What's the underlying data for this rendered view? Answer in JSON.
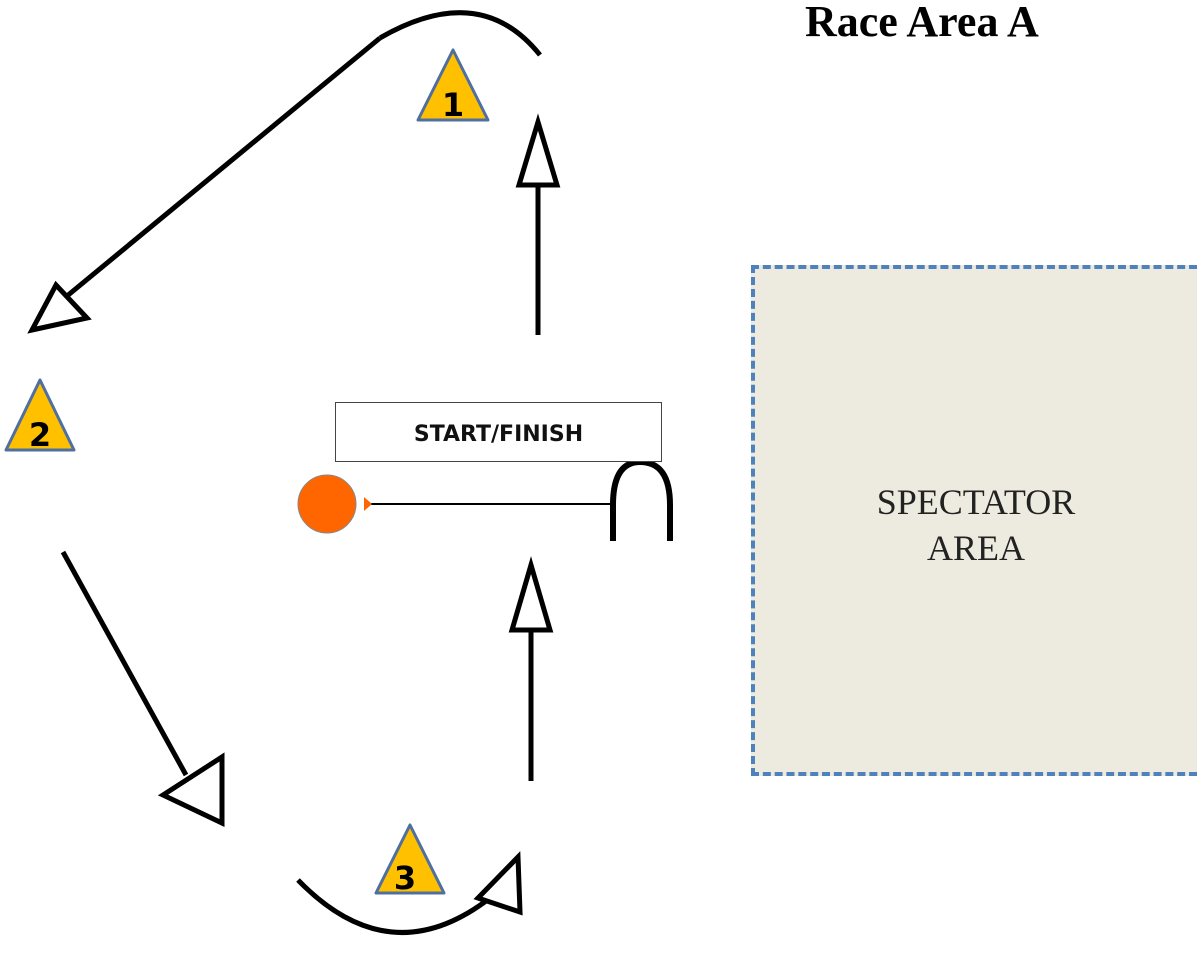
{
  "title": "Race Area A",
  "start_finish": {
    "label": "START/FINISH"
  },
  "spectator_area": {
    "line1": "SPECTATOR",
    "line2": "AREA"
  },
  "marks": [
    {
      "label": "1"
    },
    {
      "label": "2"
    },
    {
      "label": "3"
    }
  ],
  "colors": {
    "mark_fill": "#ffc000",
    "mark_stroke": "#4f6fa0",
    "pin_buoy": "#ff6600",
    "spectator_fill": "#edebe0",
    "spectator_border": "#4f81bd"
  }
}
